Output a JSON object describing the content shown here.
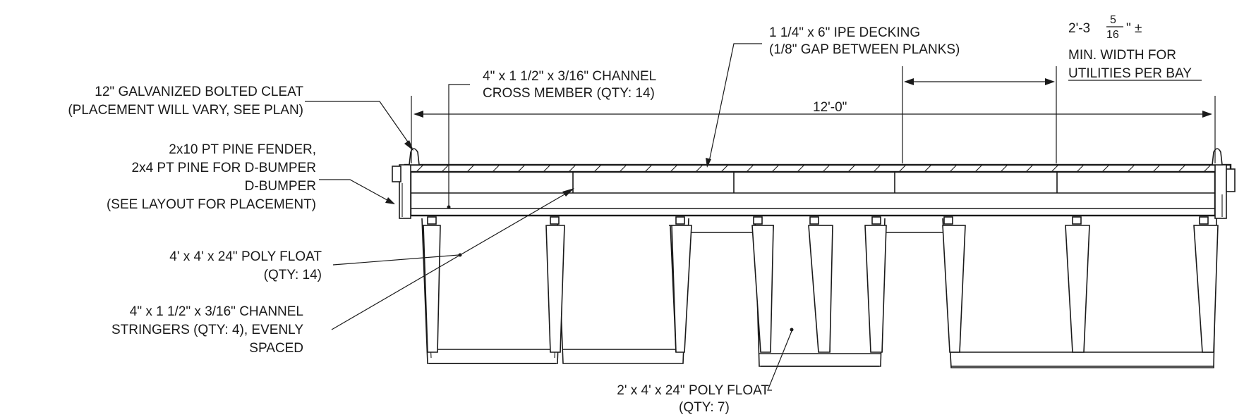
{
  "labels": {
    "cleat": [
      "12\" GALVANIZED BOLTED CLEAT",
      "(PLACEMENT WILL VARY, SEE PLAN)"
    ],
    "fender": [
      "2x10 PT PINE FENDER,",
      "2x4 PT PINE FOR D-BUMPER",
      "D-BUMPER",
      "(SEE LAYOUT FOR PLACEMENT)"
    ],
    "float_large": [
      "4' x 4' x 24\" POLY FLOAT",
      "(QTY: 14)"
    ],
    "stringers": [
      "4\" x 1 1/2\" x 3/16\" CHANNEL",
      "STRINGERS (QTY: 4), EVENLY",
      "SPACED"
    ],
    "cross_member": [
      "4\" x 1 1/2\" x 3/16\" CHANNEL",
      "CROSS MEMBER (QTY: 14)"
    ],
    "decking": [
      "1 1/4\" x 6\" IPE DECKING",
      "(1/8\" GAP BETWEEN PLANKS)"
    ],
    "utilities": [
      "MIN. WIDTH FOR",
      "UTILITIES PER BAY"
    ],
    "float_small": [
      "2' x 4' x 24\" POLY FLOAT",
      "(QTY: 7)"
    ]
  },
  "dimensions": {
    "overall": "12'-0\"",
    "bay_width_whole": "2'-3",
    "bay_width_num": "5",
    "bay_width_den": "16",
    "bay_width_suffix": "\" ±"
  }
}
